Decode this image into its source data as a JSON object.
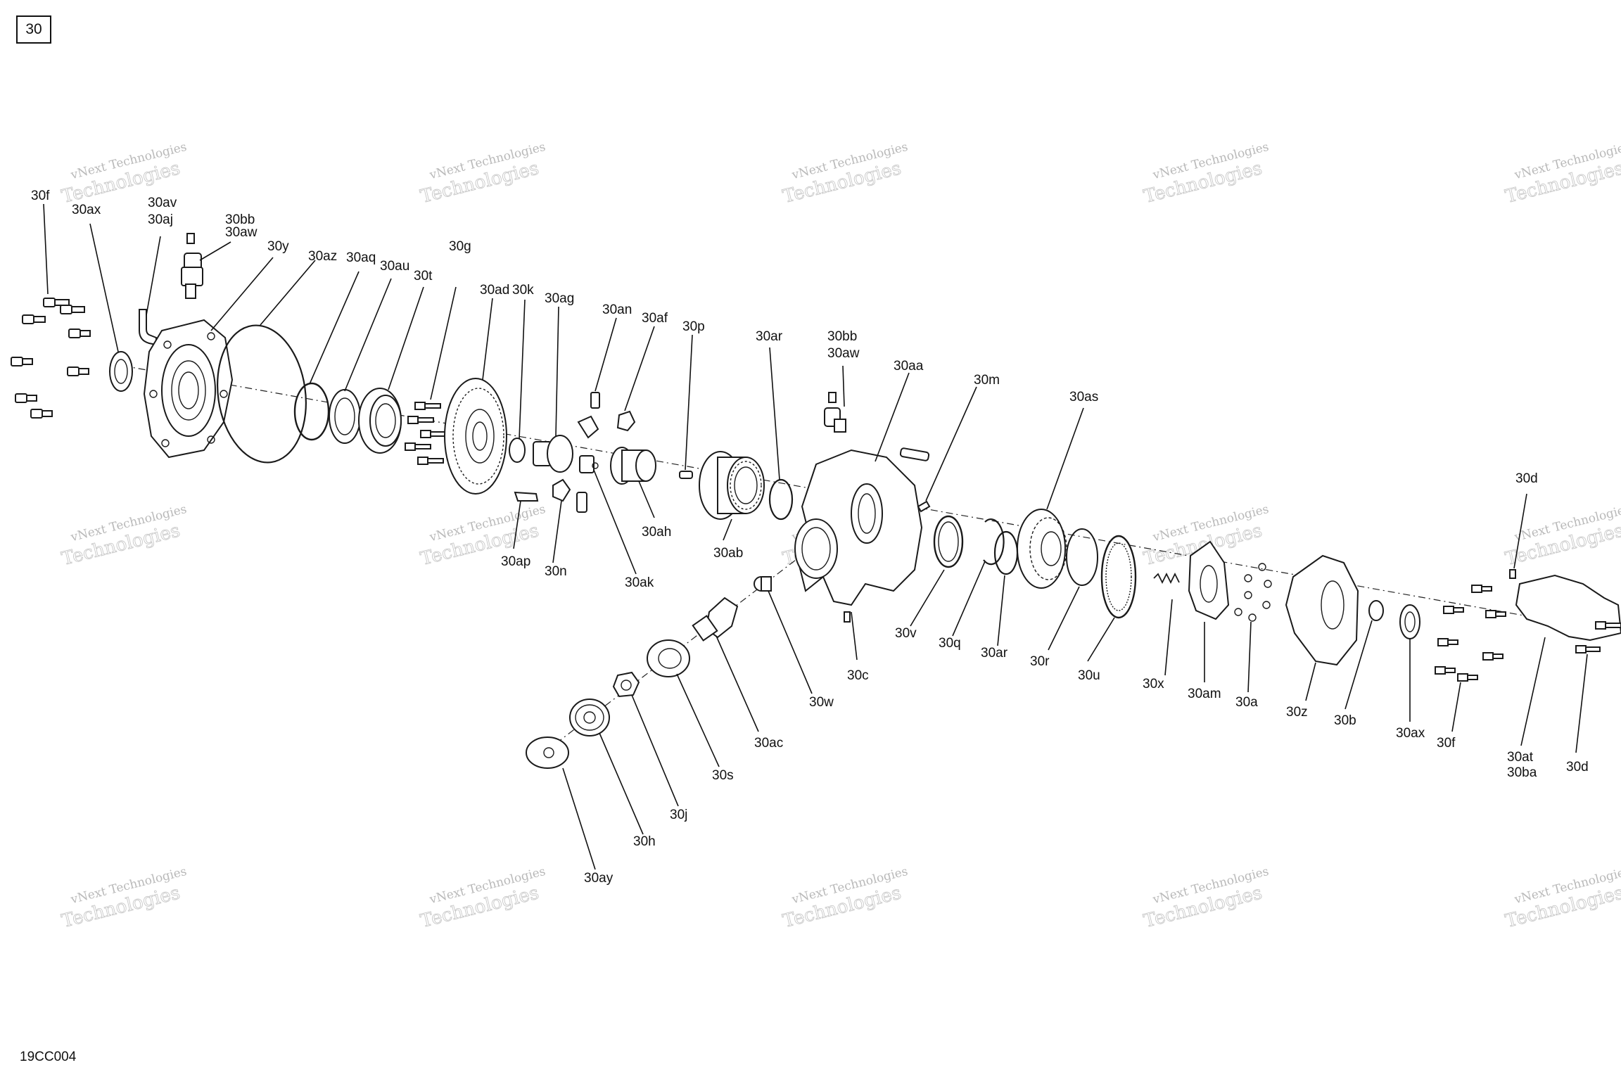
{
  "page_number": "30",
  "diagram_code": "19CC004",
  "watermark": {
    "line1": "vNext Technologies",
    "line2": "Technologies"
  },
  "callouts": [
    {
      "id": "30f",
      "text": "30f"
    },
    {
      "id": "30ax",
      "text": "30ax"
    },
    {
      "id": "30av",
      "text": "30av"
    },
    {
      "id": "30aj",
      "text": "30aj"
    },
    {
      "id": "30bb",
      "text": "30bb"
    },
    {
      "id": "30aw",
      "text": "30aw"
    },
    {
      "id": "30y",
      "text": "30y"
    },
    {
      "id": "30az",
      "text": "30az"
    },
    {
      "id": "30aq",
      "text": "30aq"
    },
    {
      "id": "30au",
      "text": "30au"
    },
    {
      "id": "30t",
      "text": "30t"
    },
    {
      "id": "30g",
      "text": "30g"
    },
    {
      "id": "30ad",
      "text": "30ad"
    },
    {
      "id": "30k",
      "text": "30k"
    },
    {
      "id": "30ag",
      "text": "30ag"
    },
    {
      "id": "30an",
      "text": "30an"
    },
    {
      "id": "30af",
      "text": "30af"
    },
    {
      "id": "30p",
      "text": "30p"
    },
    {
      "id": "30ar",
      "text": "30ar"
    },
    {
      "id": "30bb2",
      "text": "30bb"
    },
    {
      "id": "30aw2",
      "text": "30aw"
    },
    {
      "id": "30aa",
      "text": "30aa"
    },
    {
      "id": "30m",
      "text": "30m"
    },
    {
      "id": "30as",
      "text": "30as"
    },
    {
      "id": "30d",
      "text": "30d"
    },
    {
      "id": "30ah",
      "text": "30ah"
    },
    {
      "id": "30ab",
      "text": "30ab"
    },
    {
      "id": "30ap",
      "text": "30ap"
    },
    {
      "id": "30n",
      "text": "30n"
    },
    {
      "id": "30ak",
      "text": "30ak"
    },
    {
      "id": "30c",
      "text": "30c"
    },
    {
      "id": "30v",
      "text": "30v"
    },
    {
      "id": "30q",
      "text": "30q"
    },
    {
      "id": "30ar2",
      "text": "30ar"
    },
    {
      "id": "30r",
      "text": "30r"
    },
    {
      "id": "30u",
      "text": "30u"
    },
    {
      "id": "30x",
      "text": "30x"
    },
    {
      "id": "30am",
      "text": "30am"
    },
    {
      "id": "30a",
      "text": "30a"
    },
    {
      "id": "30z",
      "text": "30z"
    },
    {
      "id": "30b",
      "text": "30b"
    },
    {
      "id": "30ax2",
      "text": "30ax"
    },
    {
      "id": "30f2",
      "text": "30f"
    },
    {
      "id": "30at",
      "text": "30at"
    },
    {
      "id": "30ba",
      "text": "30ba"
    },
    {
      "id": "30d2",
      "text": "30d"
    },
    {
      "id": "30w",
      "text": "30w"
    },
    {
      "id": "30ac",
      "text": "30ac"
    },
    {
      "id": "30s",
      "text": "30s"
    },
    {
      "id": "30j",
      "text": "30j"
    },
    {
      "id": "30h",
      "text": "30h"
    },
    {
      "id": "30ay",
      "text": "30ay"
    }
  ]
}
